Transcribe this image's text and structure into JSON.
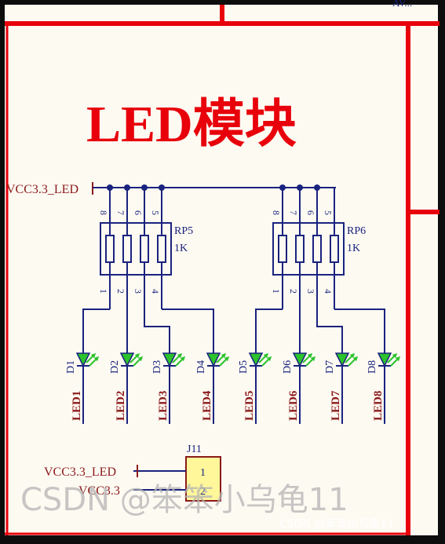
{
  "title": "LED模块",
  "top_right_fragment": "AV...",
  "power_net_top": "VCC3.3_LED",
  "resistor_packs": [
    {
      "ref": "RP5",
      "value": "1K",
      "pins_top": [
        "8",
        "7",
        "6",
        "5"
      ],
      "pins_bottom": [
        "1",
        "2",
        "3",
        "4"
      ]
    },
    {
      "ref": "RP6",
      "value": "1K",
      "pins_top": [
        "8",
        "7",
        "6",
        "5"
      ],
      "pins_bottom": [
        "1",
        "2",
        "3",
        "4"
      ]
    }
  ],
  "leds": [
    {
      "ref": "D1",
      "net": "LED1"
    },
    {
      "ref": "D2",
      "net": "LED2"
    },
    {
      "ref": "D3",
      "net": "LED3"
    },
    {
      "ref": "D4",
      "net": "LED4"
    },
    {
      "ref": "D5",
      "net": "LED5"
    },
    {
      "ref": "D6",
      "net": "LED6"
    },
    {
      "ref": "D7",
      "net": "LED7"
    },
    {
      "ref": "D8",
      "net": "LED8"
    }
  ],
  "connector": {
    "ref": "J11",
    "pins": [
      "1",
      "2"
    ],
    "nets": [
      "VCC3.3_LED",
      "VCC3.3"
    ]
  },
  "watermark_center": "CSDN @笨笨小乌龟11",
  "watermark_corner": "CSDN @笨笨小乌龟11",
  "colors": {
    "border_red": "#e8000b",
    "title_red": "#e8000b",
    "wire_blue": "#1a237e",
    "label_dark_red": "#8b1a1a",
    "led_green": "#2cc32c",
    "connector_fill": "#fff79a",
    "paper": "#fdfaf2"
  }
}
